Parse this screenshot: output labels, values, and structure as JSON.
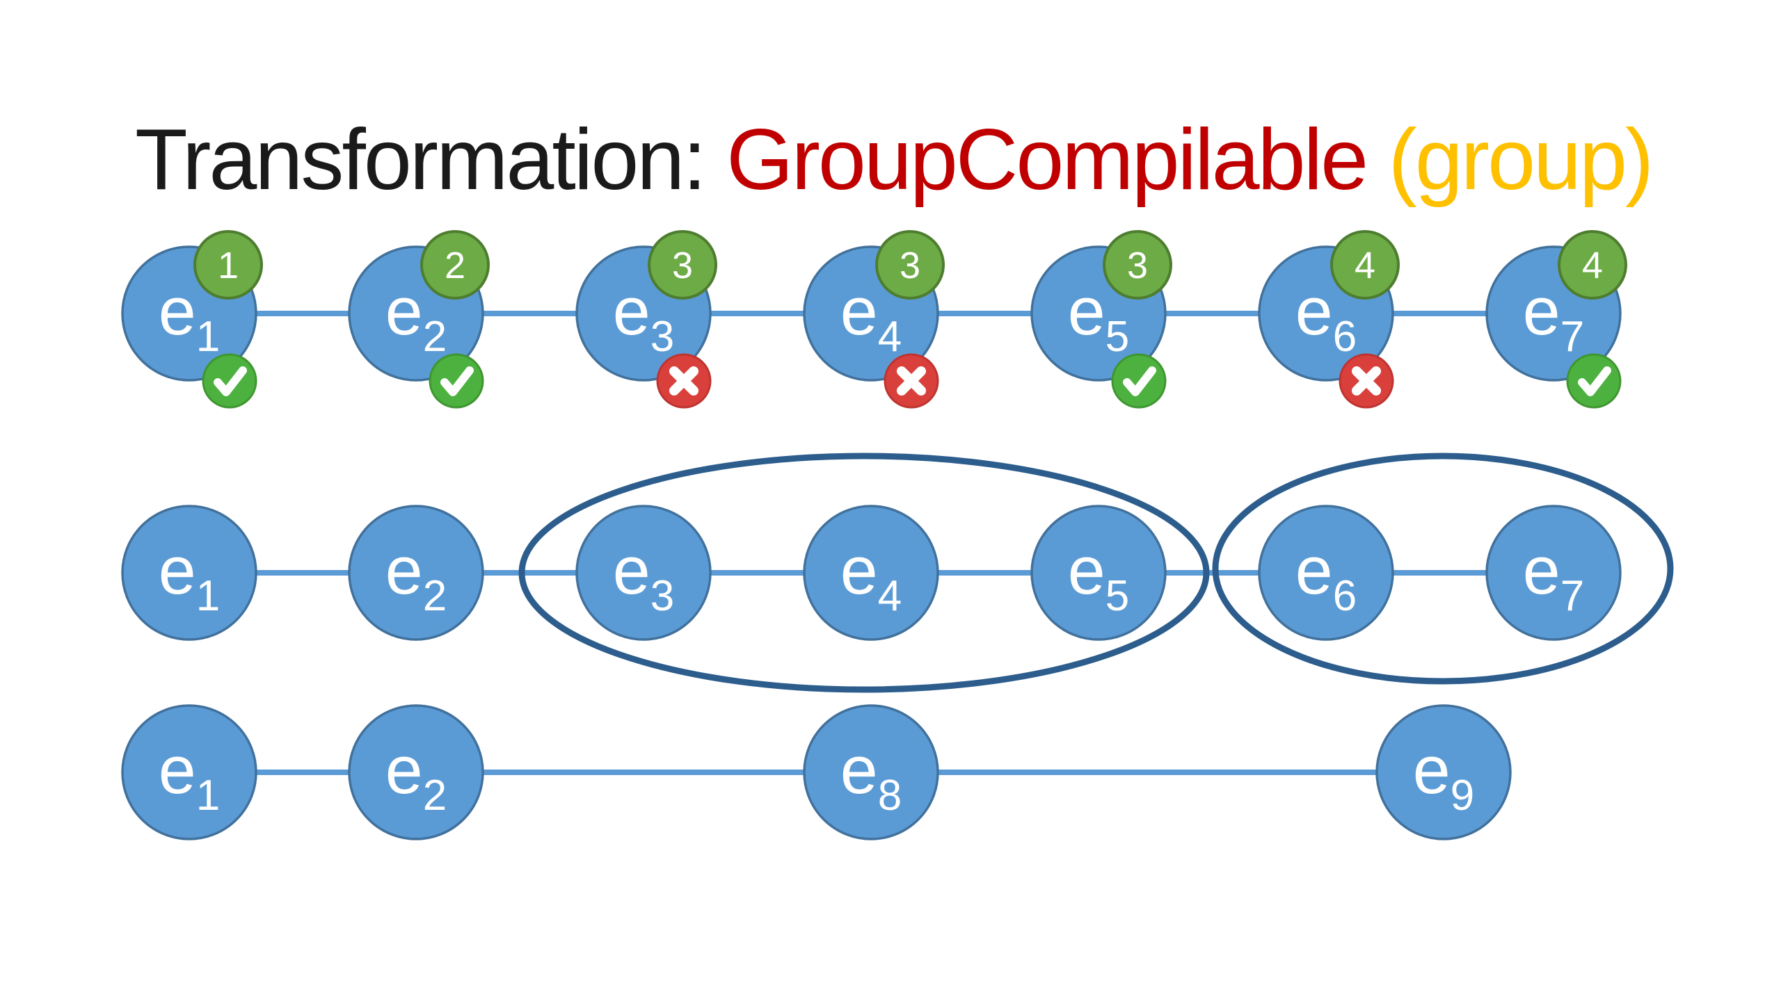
{
  "title": {
    "prefix": "Transformation: ",
    "transformation": "GroupCompilable",
    "mode": " (group)"
  },
  "colors": {
    "background": "#FFFFFF",
    "title_text": "#1A1A1A",
    "title_transformation": "#C00000",
    "title_mode": "#FFC000",
    "node_fill": "#5B9BD5",
    "node_stroke": "#41719C",
    "node_text": "#FFFFFF",
    "connector": "#5B9BD5",
    "group_outline": "#2C5D8C",
    "order_badge_fill": "#6CAB45",
    "order_badge_stroke": "#4E7D30",
    "order_badge_text": "#FFFFFF",
    "pass_badge_fill": "#4CB13F",
    "pass_badge_stroke": "#3F9630",
    "fail_badge_fill": "#D9403C",
    "fail_badge_stroke": "#BF332F",
    "status_icon": "#FFFFFF"
  },
  "annotated_row": {
    "nodes": [
      {
        "label": "e",
        "sub": "1",
        "order": "1",
        "status": "pass"
      },
      {
        "label": "e",
        "sub": "2",
        "order": "2",
        "status": "pass"
      },
      {
        "label": "e",
        "sub": "3",
        "order": "3",
        "status": "fail"
      },
      {
        "label": "e",
        "sub": "4",
        "order": "3",
        "status": "fail"
      },
      {
        "label": "e",
        "sub": "5",
        "order": "3",
        "status": "pass"
      },
      {
        "label": "e",
        "sub": "6",
        "order": "4",
        "status": "fail"
      },
      {
        "label": "e",
        "sub": "7",
        "order": "4",
        "status": "pass"
      }
    ]
  },
  "grouped_row": {
    "nodes": [
      {
        "label": "e",
        "sub": "1"
      },
      {
        "label": "e",
        "sub": "2"
      },
      {
        "label": "e",
        "sub": "3"
      },
      {
        "label": "e",
        "sub": "4"
      },
      {
        "label": "e",
        "sub": "5"
      },
      {
        "label": "e",
        "sub": "6"
      },
      {
        "label": "e",
        "sub": "7"
      }
    ],
    "groups": [
      {
        "members": [
          "e3",
          "e4",
          "e5"
        ]
      },
      {
        "members": [
          "e6",
          "e7"
        ]
      }
    ]
  },
  "result_row": {
    "nodes": [
      {
        "label": "e",
        "sub": "1"
      },
      {
        "label": "e",
        "sub": "2"
      },
      {
        "label": "e",
        "sub": "8"
      },
      {
        "label": "e",
        "sub": "9"
      }
    ]
  }
}
